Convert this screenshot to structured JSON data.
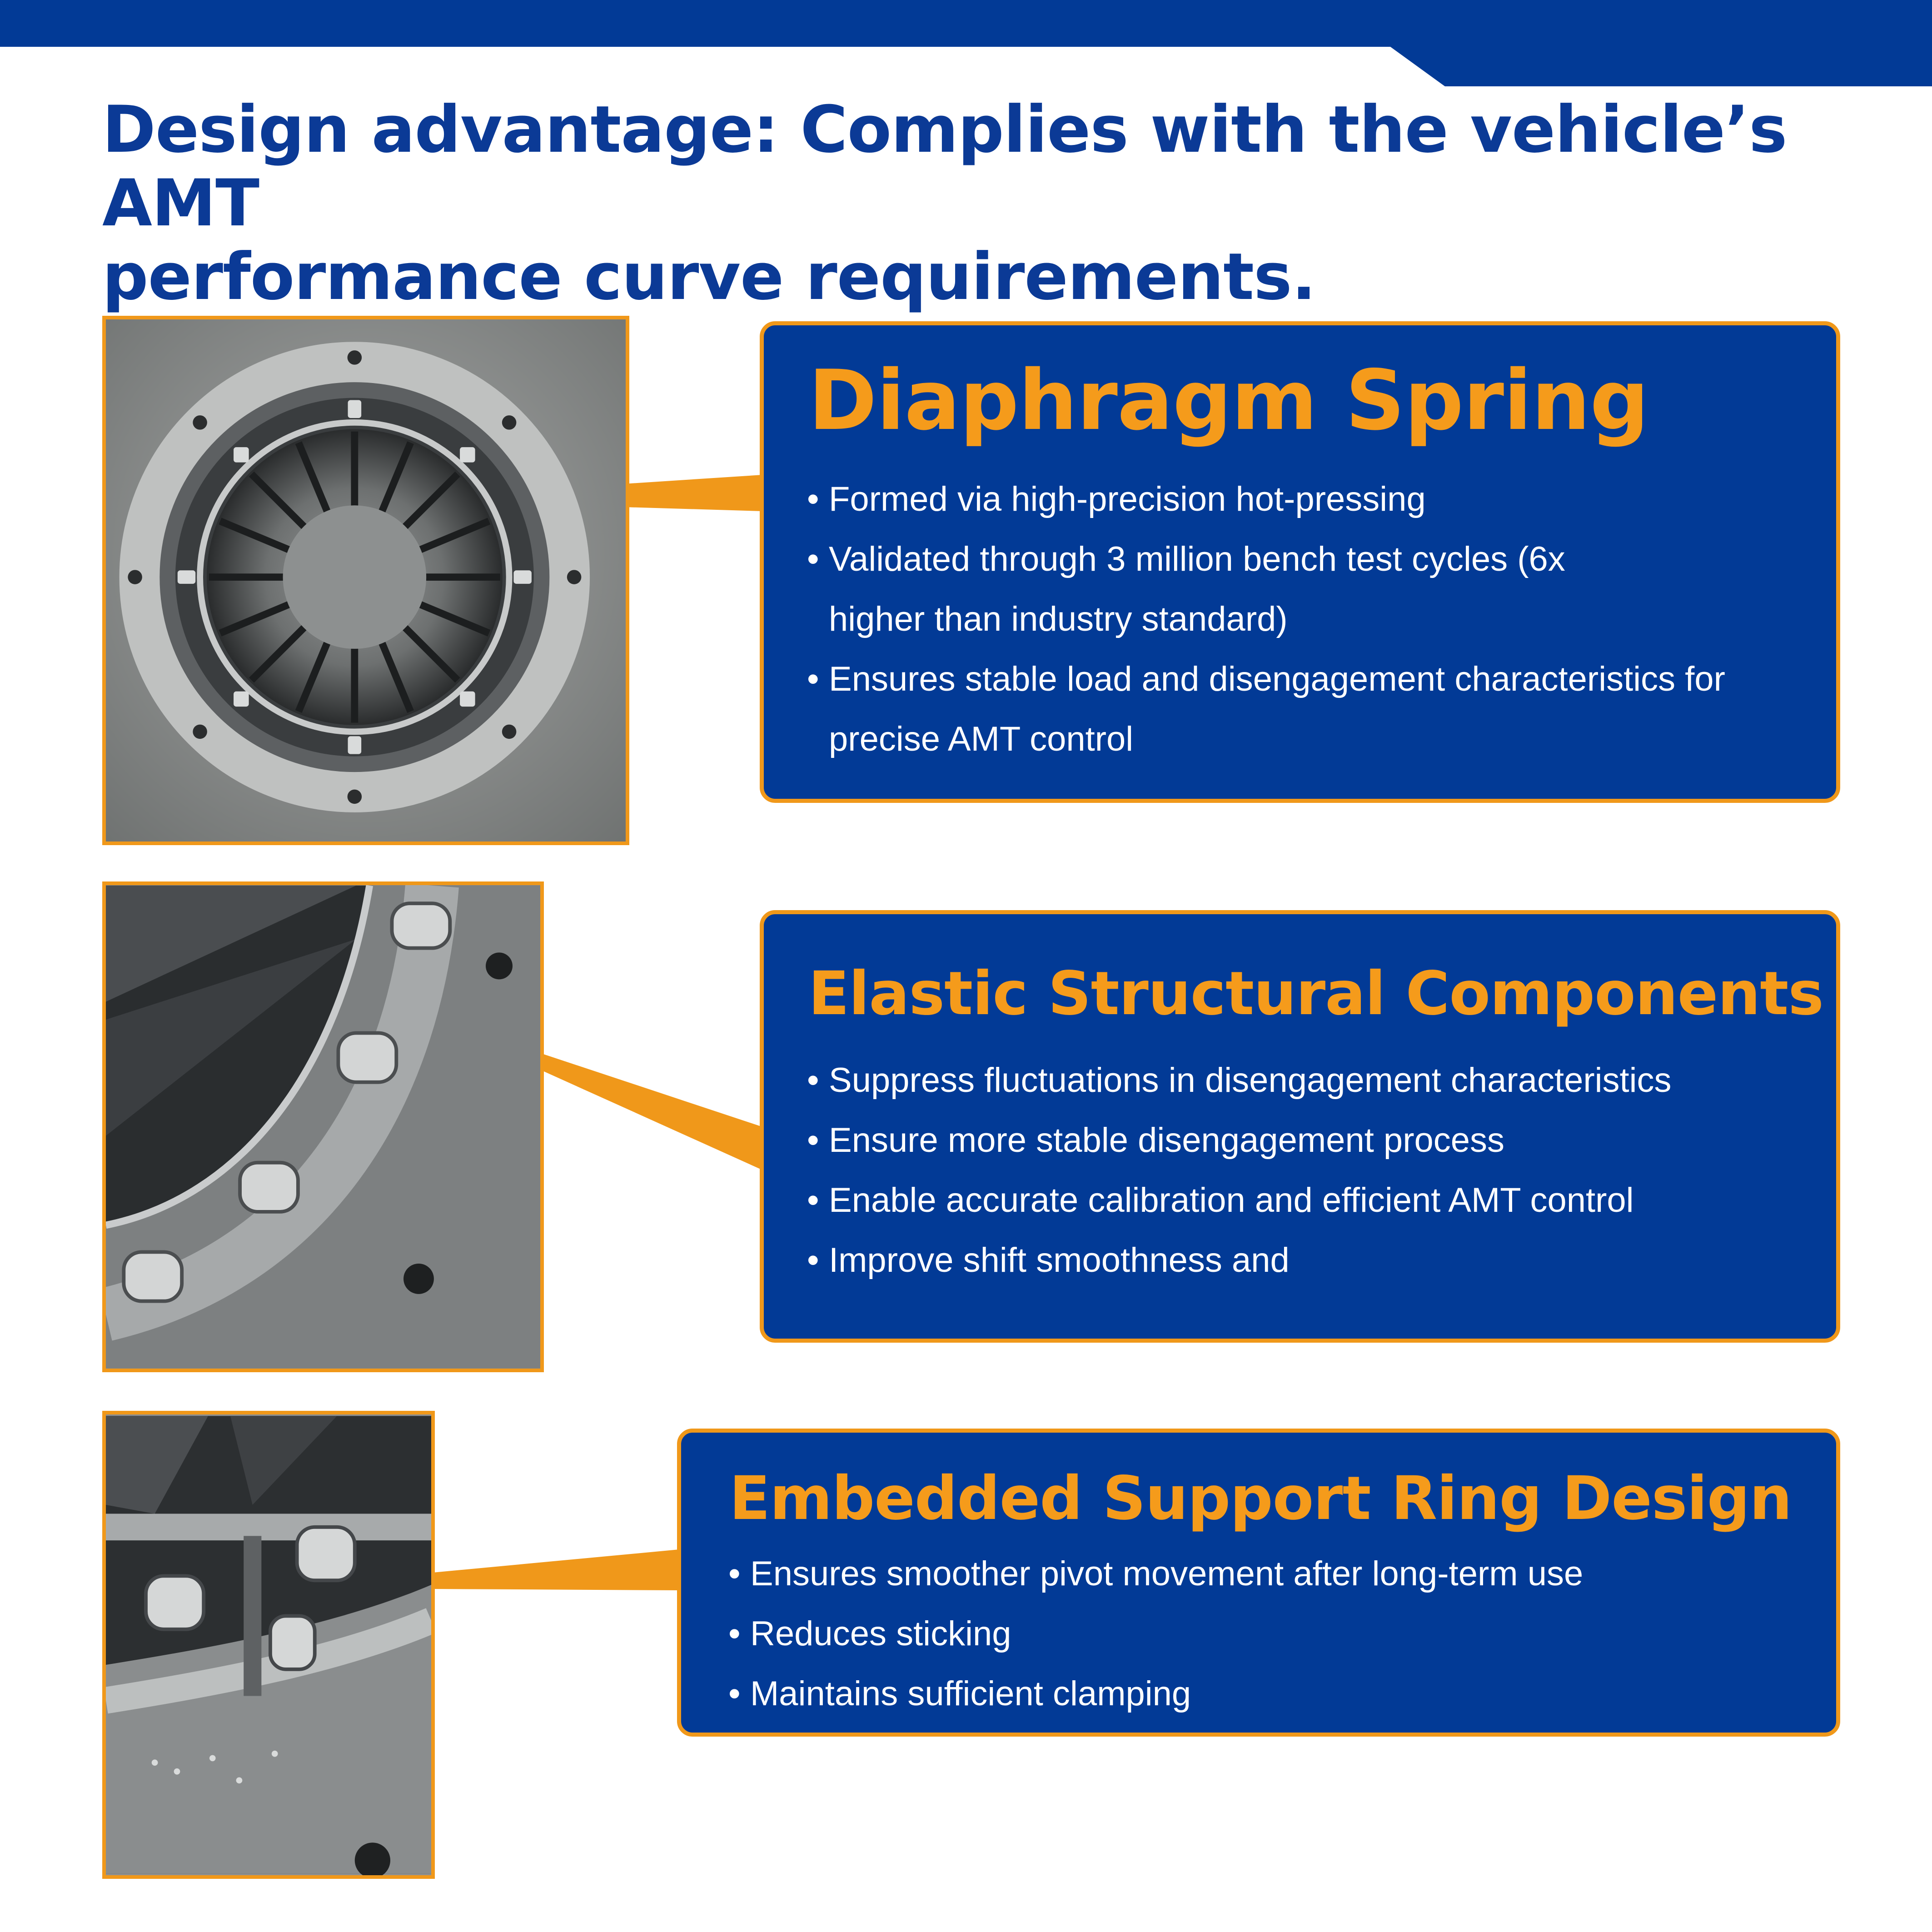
{
  "headline": {
    "line1": "Design advantage: Complies with the vehicle’s AMT",
    "line2": "performance curve requirements."
  },
  "colors": {
    "brand_blue": "#023a96",
    "accent_orange": "#f0981a",
    "heading_orange": "#f59b1b",
    "text_white": "#ffffff"
  },
  "features": [
    {
      "title": "Diaphragm Spring",
      "bullets": [
        "Formed via high-precision hot-pressing",
        "Validated through 3 million bench test cycles (6x higher than industry standard)",
        "Ensures stable load and disengagement characteristics for precise AMT control"
      ]
    },
    {
      "title": "Elastic Structural Components",
      "bullets": [
        "Suppress fluctuations in disengagement characteristics",
        "Ensure more stable disengagement process",
        "Enable accurate calibration and efficient AMT control",
        "Improve shift smoothness and"
      ]
    },
    {
      "title": "Embedded Support Ring Design",
      "bullets": [
        "Ensures smoother pivot movement after long-term use",
        "Reduces sticking",
        "Maintains sufficient clamping"
      ]
    }
  ]
}
